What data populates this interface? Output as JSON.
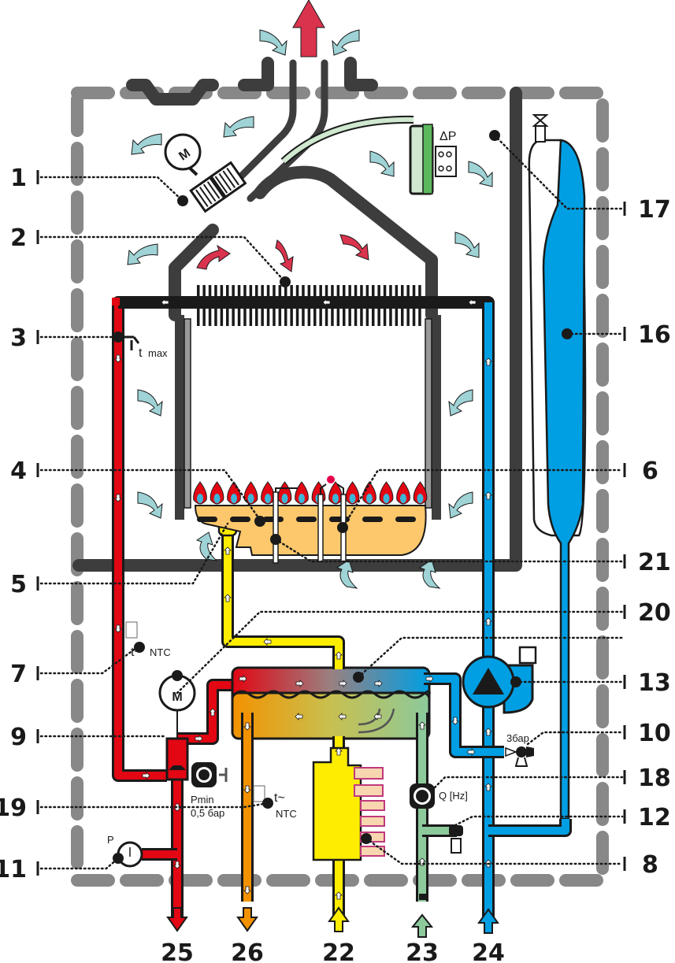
{
  "diagram": {
    "title": "Gas boiler hydraulic scheme",
    "colors": {
      "heating_supply": "#e30613",
      "heating_return": "#009fe3",
      "dhw_out": "#f39200",
      "gas": "#ffed00",
      "cold_water": "#8cc99b",
      "expansion_vessel": "#009fe3",
      "casing": "#888888",
      "chamber": "#3d3d3d",
      "air_arrow": "#9fd3d6",
      "flue_arrow": "#d9334d",
      "pressure_switch": "#5cb85c"
    },
    "callouts_left": [
      {
        "num": "1",
        "part": "fan"
      },
      {
        "num": "2",
        "part": "primary-heat-exchanger"
      },
      {
        "num": "3",
        "part": "overheat-thermostat"
      },
      {
        "num": "4",
        "part": "burner"
      },
      {
        "num": "5",
        "part": "pilot-nozzle"
      },
      {
        "num": "7",
        "part": "heating-ntc-sensor"
      },
      {
        "num": "9",
        "part": "three-way-valve"
      },
      {
        "num": "19",
        "part": "dhw-ntc-sensor"
      },
      {
        "num": "11",
        "part": "pressure-gauge"
      }
    ],
    "callouts_right": [
      {
        "num": "17",
        "part": "combustion-chamber"
      },
      {
        "num": "16",
        "part": "expansion-vessel"
      },
      {
        "num": "6",
        "part": "ignition-electrode"
      },
      {
        "num": "21",
        "part": "ionization-electrode"
      },
      {
        "num": "20",
        "part": "secondary-heat-exchanger"
      },
      {
        "num": "13",
        "part": "circulation-pump"
      },
      {
        "num": "10",
        "part": "safety-valve"
      },
      {
        "num": "18",
        "part": "flow-sensor"
      },
      {
        "num": "12",
        "part": "fill-valve"
      },
      {
        "num": "8",
        "part": "gas-valve"
      }
    ],
    "callouts_bottom": [
      {
        "num": "25",
        "part": "heating-supply-outlet"
      },
      {
        "num": "26",
        "part": "dhw-outlet"
      },
      {
        "num": "22",
        "part": "gas-inlet"
      },
      {
        "num": "23",
        "part": "cold-water-inlet"
      },
      {
        "num": "24",
        "part": "heating-return-inlet"
      }
    ],
    "annotations": {
      "motor": "M",
      "delta_p": "ΔP",
      "t_symbol": "t",
      "t_max_sub": "max",
      "t_ntc": "t~",
      "ntc": "NTC",
      "pmin": "Pmin",
      "pmin_value": "0,5 бар",
      "safety_pressure": "3бар",
      "flow_q": "Q [Hz]",
      "gauge_p": "P"
    }
  }
}
